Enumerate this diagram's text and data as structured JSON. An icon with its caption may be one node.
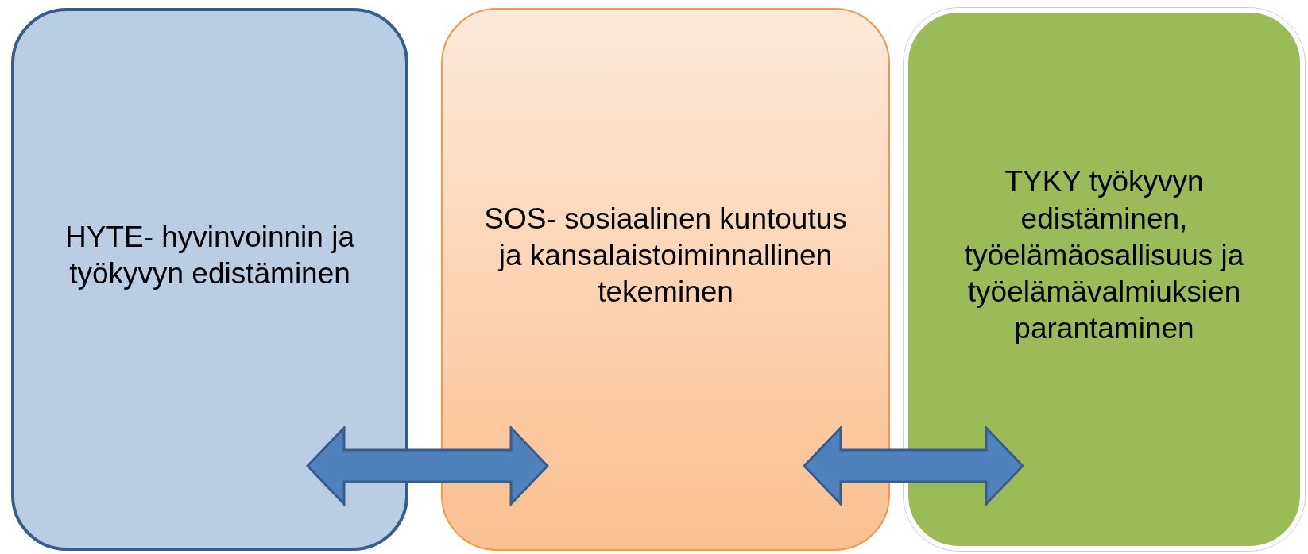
{
  "diagram": {
    "nodes": [
      {
        "text": [
          "HYTE- hyvinvoinnin ja työkyvyn edistäminen"
        ]
      },
      {
        "text": [
          "SOS- sosiaalinen kuntoutus ja kansalaistoiminnallinen tekeminen"
        ]
      },
      {
        "text": [
          "TYKY työkyvyn edistäminen, työelämäosallisuus ja työelämävalmiuksien parantaminen"
        ]
      }
    ],
    "edges": [
      {
        "from": 0,
        "to": 1,
        "arrow": "both"
      },
      {
        "from": 1,
        "to": 2,
        "arrow": "both"
      }
    ]
  }
}
